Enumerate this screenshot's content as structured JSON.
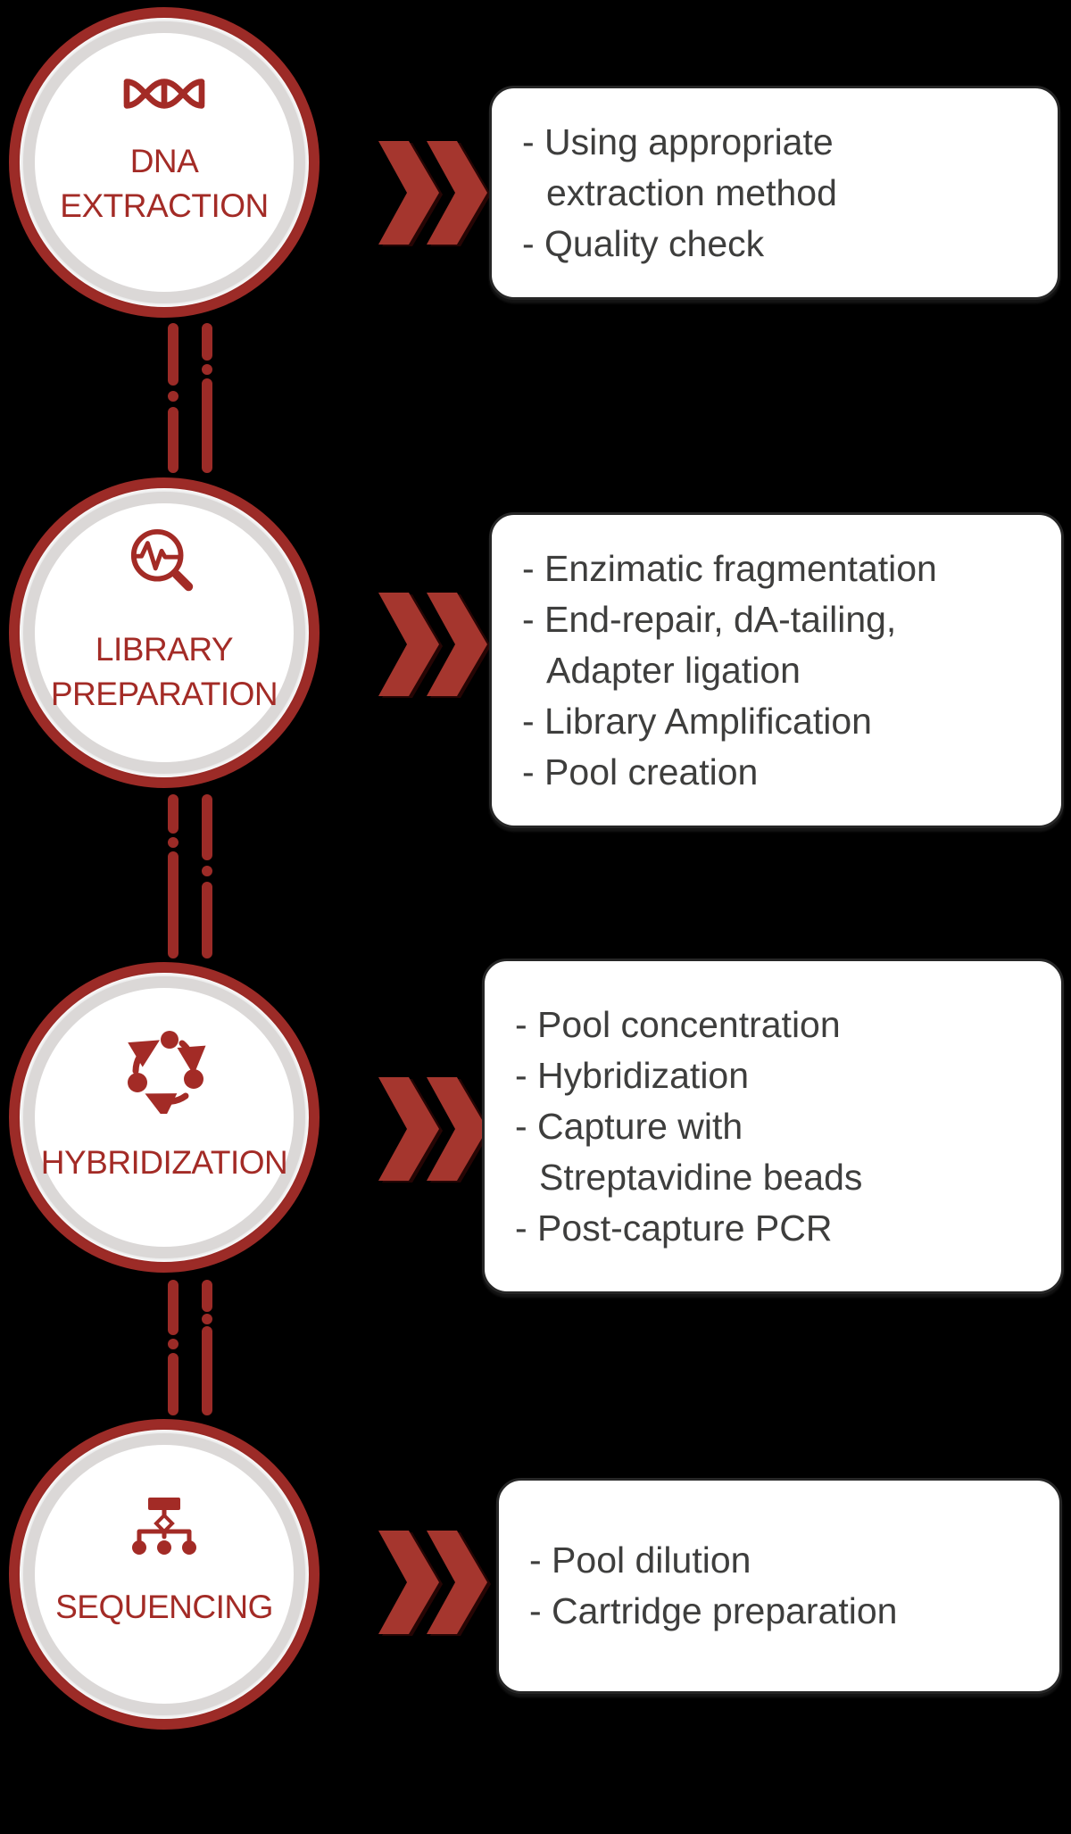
{
  "diagram_title": "",
  "bullet_prefix": "- ",
  "theme": {
    "background": "#000000",
    "ring_red": "#9C2B27",
    "accent_red": "#A32B26",
    "chevron_red": "#A5362E",
    "ring_gray": "#DBD8D7",
    "box_bg": "#FFFFFF",
    "box_border": "#262626",
    "box_text": "#3E3E3D",
    "circle_bg": "#FFFFFF"
  },
  "steps": [
    {
      "id": "dna-extraction",
      "icon": "dna-icon",
      "label_lines": [
        "DNA",
        "EXTRACTION"
      ],
      "bullets": [
        [
          "Using appropriate",
          "extraction method"
        ],
        [
          "Quality check"
        ]
      ]
    },
    {
      "id": "library-preparation",
      "icon": "magnifier-pulse-icon",
      "label_lines": [
        "LIBRARY",
        "PREPARATION"
      ],
      "bullets": [
        [
          "Enzimatic fragmentation"
        ],
        [
          "End-repair, dA-tailing,",
          "Adapter ligation"
        ],
        [
          "Library Amplification"
        ],
        [
          "Pool creation"
        ]
      ]
    },
    {
      "id": "hybridization",
      "icon": "cycle-arrows-icon",
      "label_lines": [
        "HYBRIDIZATION"
      ],
      "bullets": [
        [
          "Pool concentration"
        ],
        [
          "Hybridization"
        ],
        [
          "Capture with",
          "Streptavidine beads"
        ],
        [
          "Post-capture PCR"
        ]
      ]
    },
    {
      "id": "sequencing",
      "icon": "hierarchy-icon",
      "label_lines": [
        "SEQUENCING"
      ],
      "bullets": [
        [
          "Pool dilution"
        ],
        [
          "Cartridge preparation"
        ]
      ]
    }
  ]
}
